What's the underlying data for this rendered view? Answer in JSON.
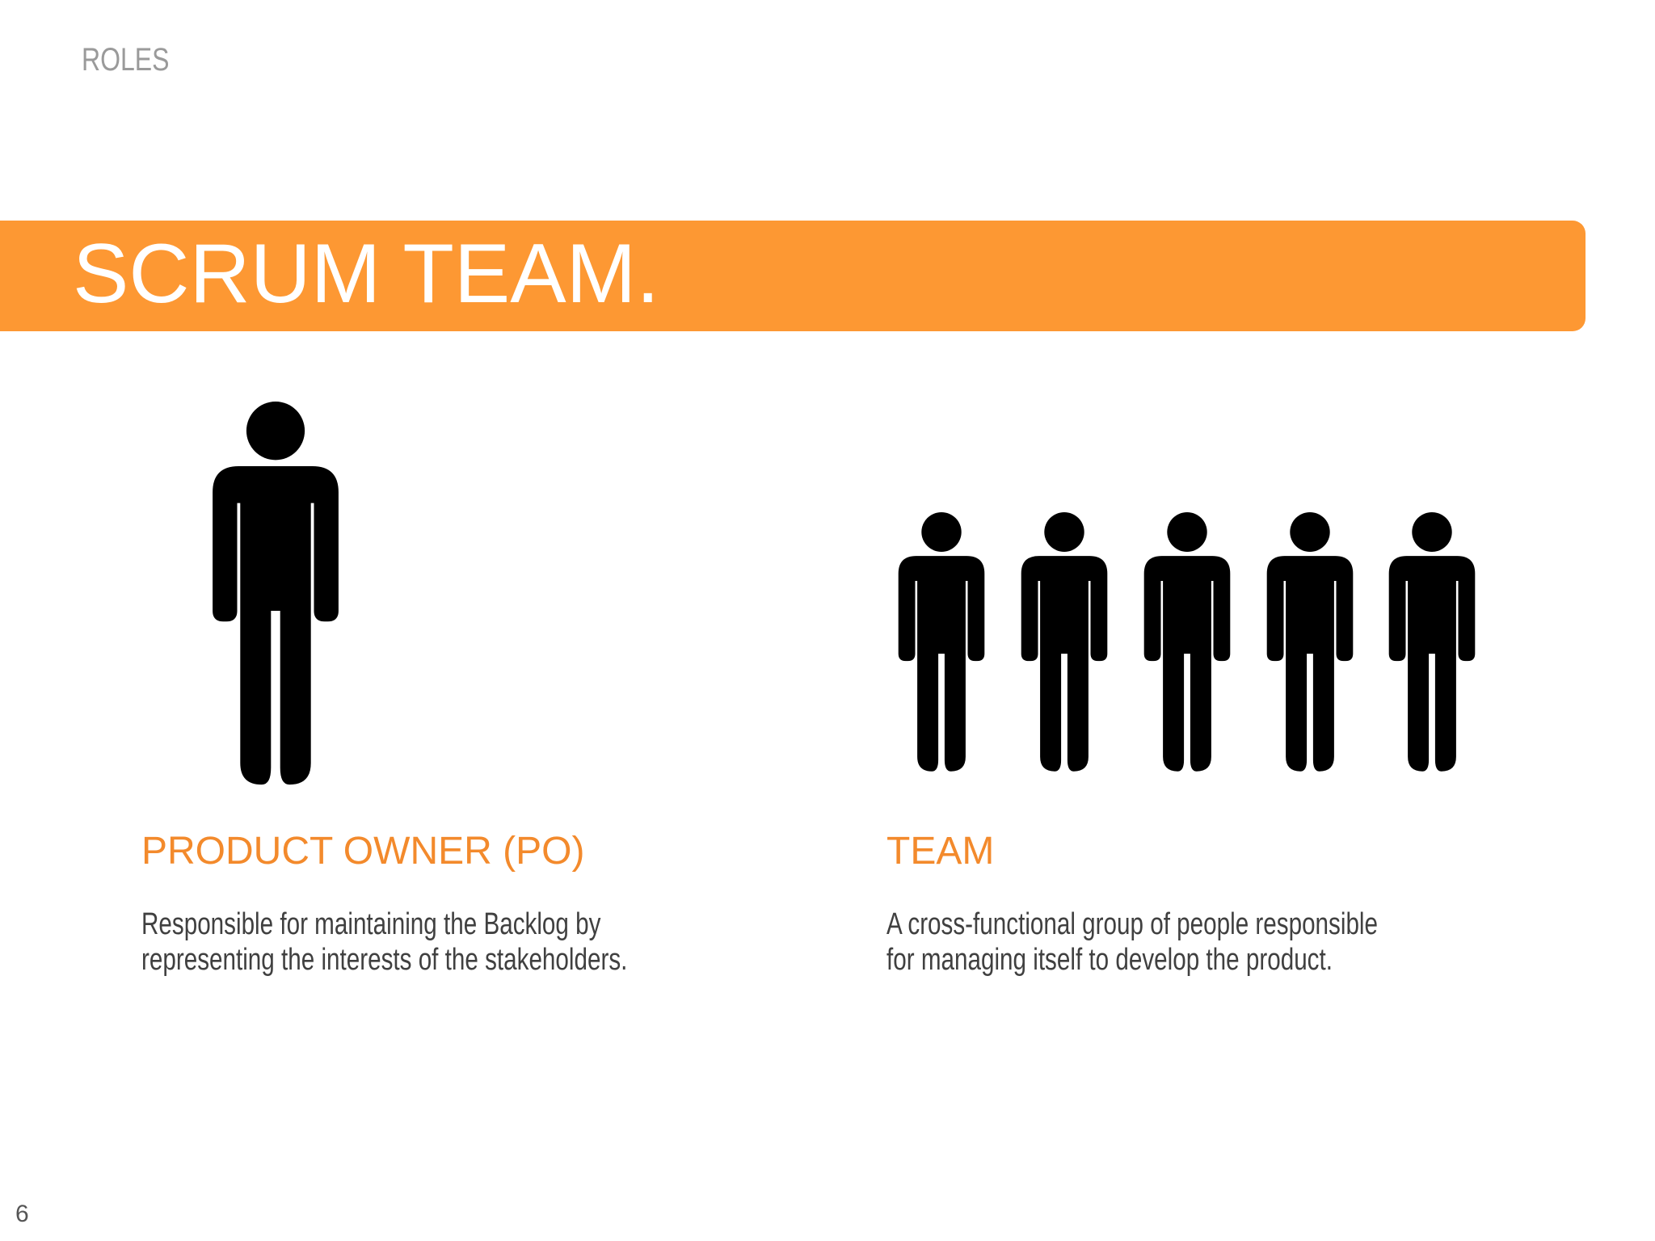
{
  "header": {
    "section": "ROLES",
    "title": "SCRUM TEAM.",
    "accent_color": "#fd9833"
  },
  "roles": [
    {
      "heading": "PRODUCT OWNER (PO)",
      "description_lines": [
        "Responsible for maintaining the Backlog by",
        "representing the interests of the stakeholders."
      ],
      "icon": "person-icon"
    },
    {
      "heading": "TEAM",
      "description_lines": [
        "A cross-functional group of people responsible",
        "for managing itself to develop the product."
      ],
      "icon": "group-of-people-icon",
      "people_count": 5
    }
  ],
  "footer": {
    "page_number": "6"
  }
}
